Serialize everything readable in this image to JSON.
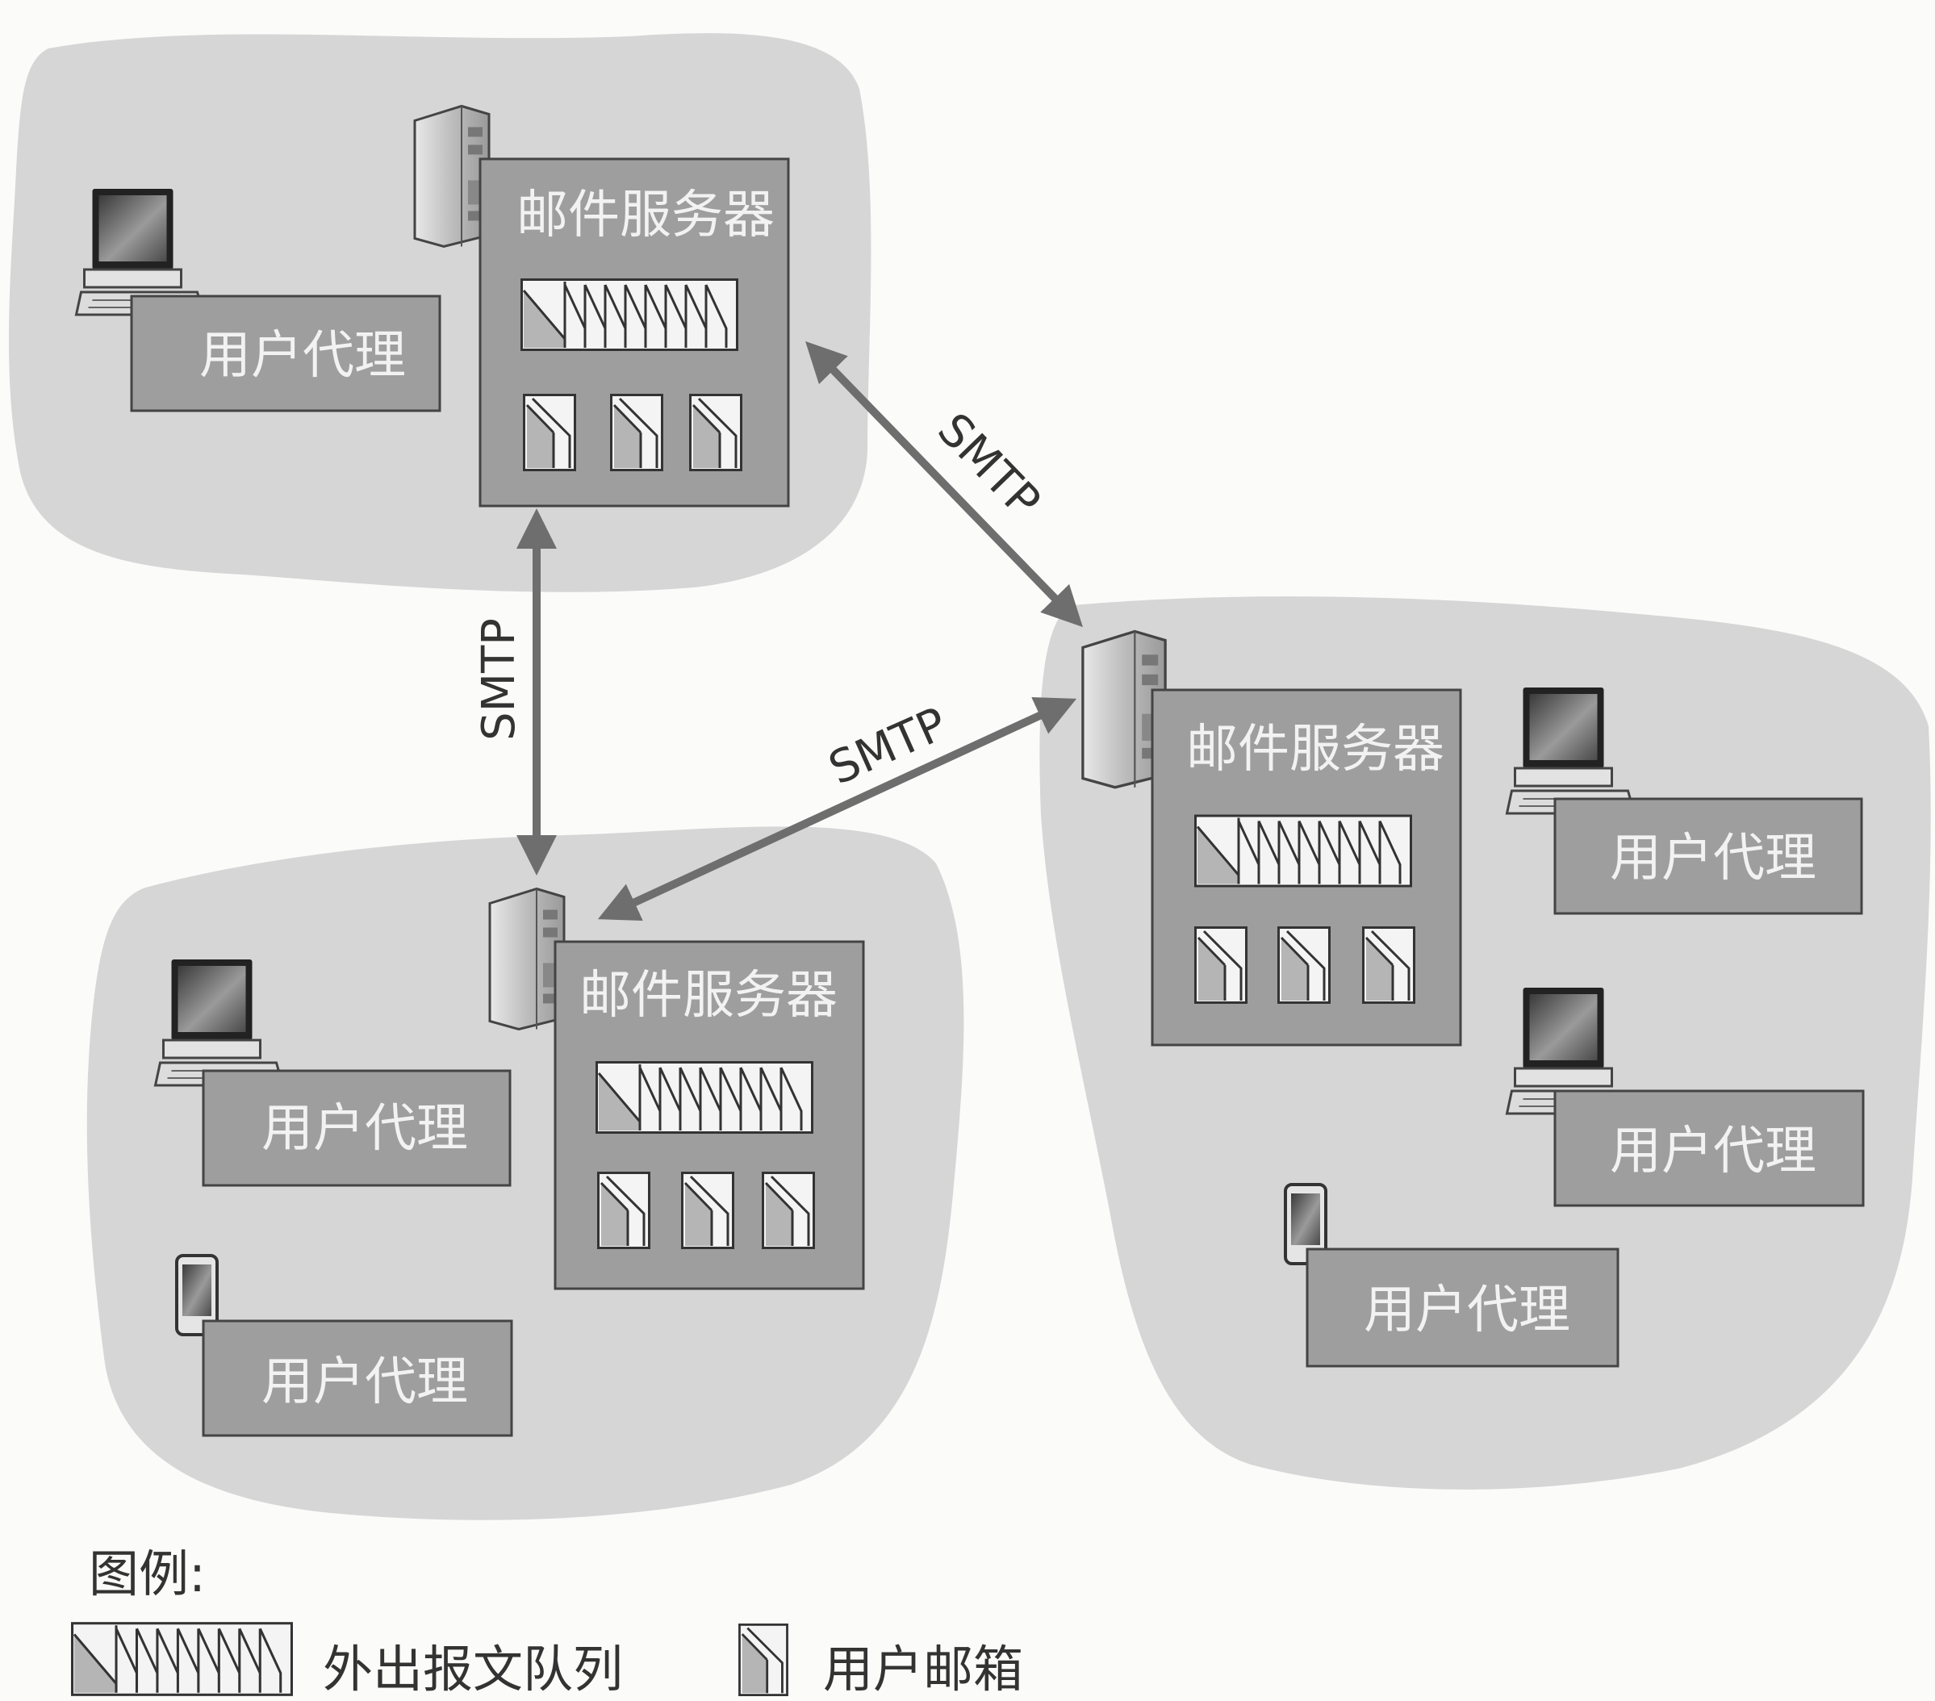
{
  "servers": [
    {
      "label": "邮件服务器"
    },
    {
      "label": "邮件服务器"
    },
    {
      "label": "邮件服务器"
    }
  ],
  "user_agents": [
    {
      "label": "用户代理"
    },
    {
      "label": "用户代理"
    },
    {
      "label": "用户代理"
    },
    {
      "label": "用户代理"
    },
    {
      "label": "用户代理"
    },
    {
      "label": "用户代理"
    }
  ],
  "links": [
    {
      "label": "SMTP"
    },
    {
      "label": "SMTP"
    },
    {
      "label": "SMTP"
    }
  ],
  "legend": {
    "title": "图例:",
    "queue_label": "外出报文队列",
    "mailbox_label": "用户邮箱"
  },
  "colors": {
    "cloud": "#d6d6d6",
    "box": "#9e9e9e",
    "box_text": "#f2f2f2",
    "arrow": "#6e6e6e"
  }
}
